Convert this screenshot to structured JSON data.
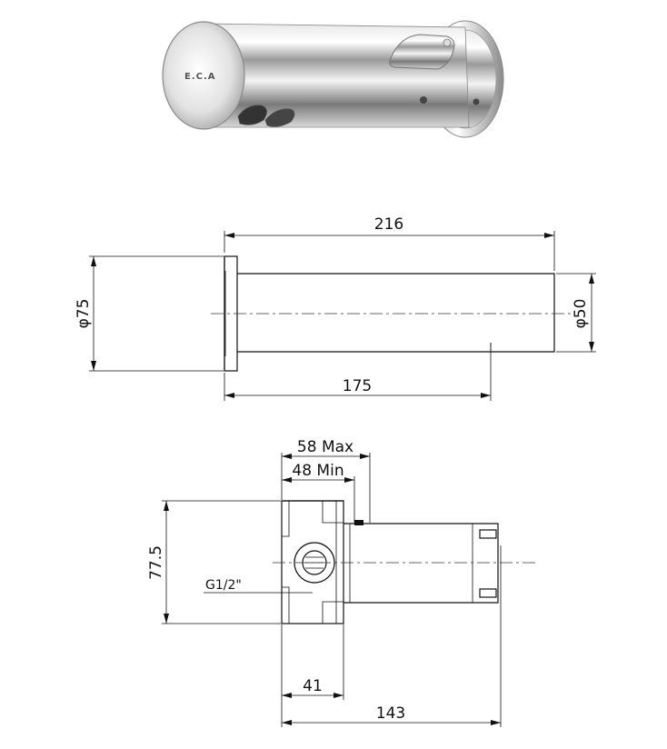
{
  "product": {
    "brand": "E.C.A"
  },
  "side_view": {
    "total_length": "216",
    "spout_length": "175",
    "flange_diameter": "φ75",
    "spout_diameter": "φ50"
  },
  "top_view": {
    "wall_max": "58 Max",
    "wall_min": "48 Min",
    "box_height": "77.5",
    "thread": "G1/2\"",
    "box_depth": "41",
    "overall_depth": "143"
  }
}
